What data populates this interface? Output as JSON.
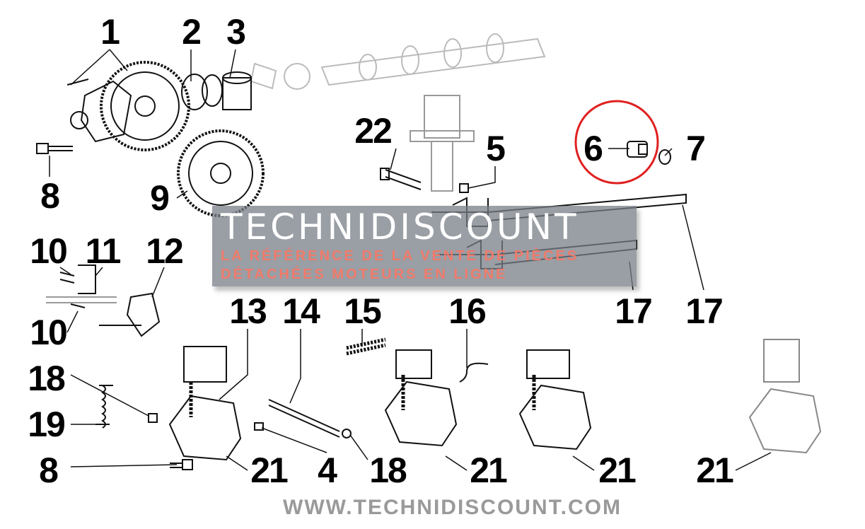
{
  "diagram": {
    "title": "Exploded parts diagram - injection pump drive and governor linkage",
    "highlight_color": "#e02020",
    "highlighted_part": "6",
    "callouts": [
      {
        "id": "c1",
        "label": "1"
      },
      {
        "id": "c2",
        "label": "2"
      },
      {
        "id": "c3",
        "label": "3"
      },
      {
        "id": "c22",
        "label": "22"
      },
      {
        "id": "c5",
        "label": "5"
      },
      {
        "id": "c6",
        "label": "6"
      },
      {
        "id": "c7",
        "label": "7"
      },
      {
        "id": "c8a",
        "label": "8"
      },
      {
        "id": "c9",
        "label": "9"
      },
      {
        "id": "c10a",
        "label": "10"
      },
      {
        "id": "c11",
        "label": "11"
      },
      {
        "id": "c12",
        "label": "12"
      },
      {
        "id": "c13",
        "label": "13"
      },
      {
        "id": "c14",
        "label": "14"
      },
      {
        "id": "c15",
        "label": "15"
      },
      {
        "id": "c16",
        "label": "16"
      },
      {
        "id": "c17a",
        "label": "17"
      },
      {
        "id": "c17b",
        "label": "17"
      },
      {
        "id": "c10b",
        "label": "10"
      },
      {
        "id": "c18a",
        "label": "18"
      },
      {
        "id": "c19",
        "label": "19"
      },
      {
        "id": "c8b",
        "label": "8"
      },
      {
        "id": "c21a",
        "label": "21"
      },
      {
        "id": "c4",
        "label": "4"
      },
      {
        "id": "c18b",
        "label": "18"
      },
      {
        "id": "c21b",
        "label": "21"
      },
      {
        "id": "c21c",
        "label": "21"
      },
      {
        "id": "c21d",
        "label": "21"
      }
    ]
  },
  "watermark": {
    "brand": "TECHNIDISCOUNT",
    "tagline_1": "LA RÉFÉRENCE DE LA VENTE DE PIÈCES",
    "tagline_2": "DÉTACHÉES MOTEURS EN LIGNE",
    "url": "WWW.TECHNIDISCOUNT.COM"
  }
}
